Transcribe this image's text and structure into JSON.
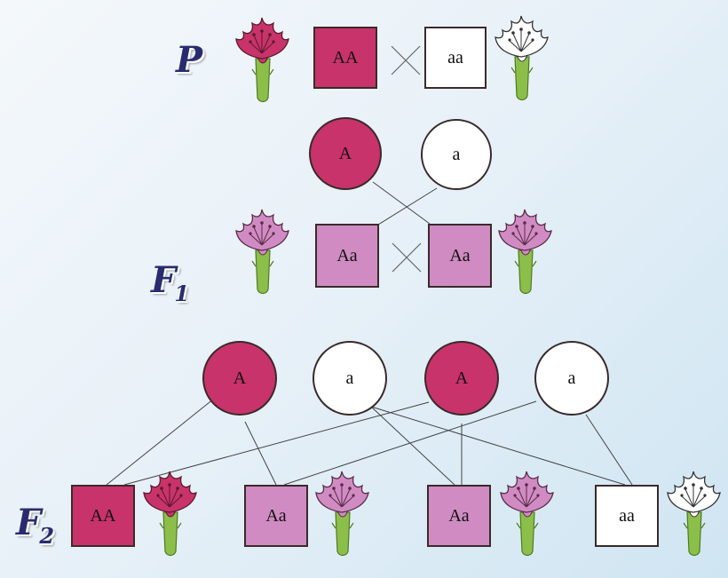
{
  "colors": {
    "dominant": "#c8336b",
    "hybrid": "#d08cc2",
    "recessive": "#ffffff",
    "label": "#2a2b6e"
  },
  "generations": {
    "p": {
      "label": "P",
      "subscript": ""
    },
    "f1": {
      "label": "F",
      "subscript": "1"
    },
    "f2": {
      "label": "F",
      "subscript": "2"
    }
  },
  "p_cross": {
    "parent1": {
      "genotype": "AA",
      "flower": "red-flower-icon"
    },
    "parent2": {
      "genotype": "aa",
      "flower": "white-flower-icon"
    },
    "cross_icon": "cross-x-icon"
  },
  "f1_gametes": [
    "A",
    "a"
  ],
  "f1_cross": {
    "parent1": {
      "genotype": "Aa",
      "flower": "pink-flower-icon"
    },
    "parent2": {
      "genotype": "Aa",
      "flower": "pink-flower-icon"
    }
  },
  "f2_gametes": [
    "A",
    "a",
    "A",
    "a"
  ],
  "f2_offspring": [
    {
      "genotype": "AA",
      "flower": "red-flower-icon"
    },
    {
      "genotype": "Aa",
      "flower": "pink-flower-icon"
    },
    {
      "genotype": "Aa",
      "flower": "pink-flower-icon"
    },
    {
      "genotype": "aa",
      "flower": "white-flower-icon"
    }
  ]
}
